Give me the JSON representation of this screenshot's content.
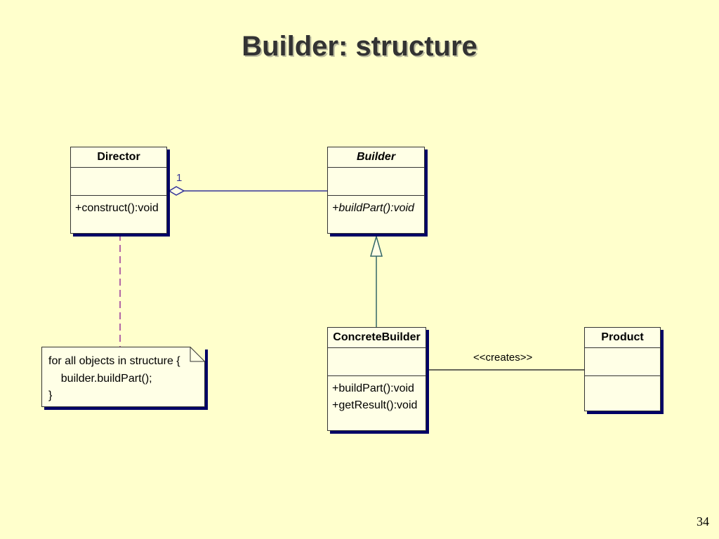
{
  "slide": {
    "title": "Builder: structure",
    "page_number": "34"
  },
  "classes": {
    "director": {
      "name": "Director",
      "operations": [
        "+construct():void"
      ]
    },
    "builder": {
      "name": "Builder",
      "operations": [
        "+buildPart():void"
      ],
      "abstract": true
    },
    "concrete_builder": {
      "name": "ConcreteBuilder",
      "operations": [
        "+buildPart():void",
        "+getResult():void"
      ]
    },
    "product": {
      "name": "Product",
      "operations": []
    }
  },
  "relations": {
    "aggregation_multiplicity": "1",
    "creates_label": "<<creates>>"
  },
  "note": {
    "lines": [
      "for all objects in structure {",
      "    builder.buildPart();",
      "}"
    ]
  },
  "colors": {
    "background": "#FFFFCC",
    "class_fill": "#FFFFE6",
    "shadow": "#000066",
    "association_line": "#333399",
    "generalization_line": "#336666",
    "note_anchor": "#993399"
  }
}
